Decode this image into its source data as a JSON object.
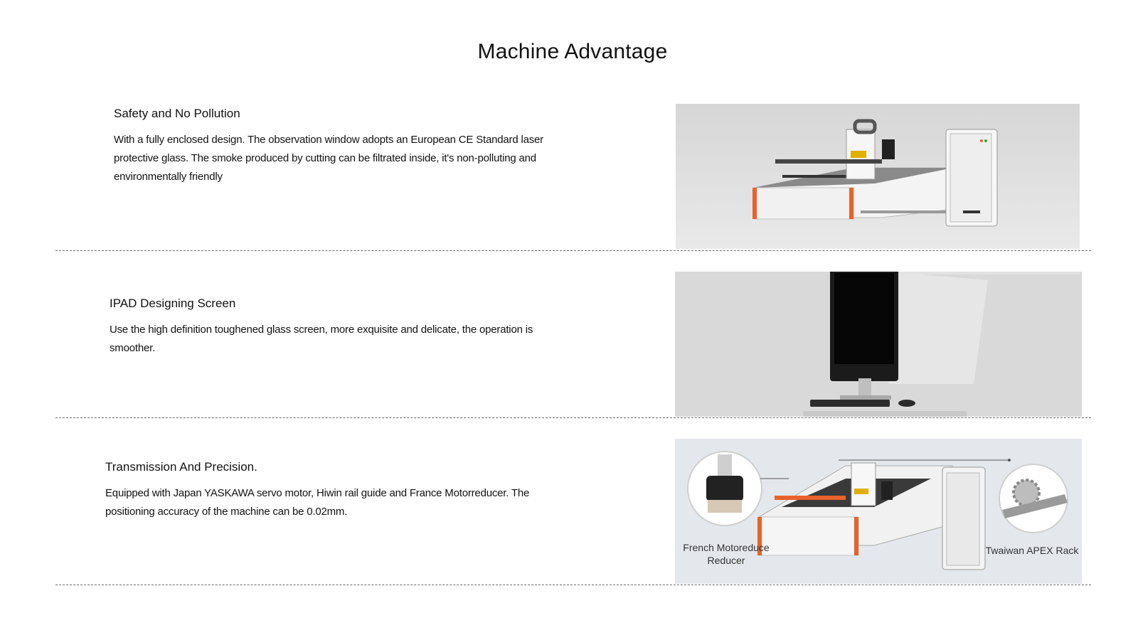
{
  "page": {
    "title": "Machine Advantage"
  },
  "sections": [
    {
      "heading": "Safety and No Pollution",
      "body": "With a fully enclosed design. The observation window adopts an European CE Standard laser protective glass. The smoke produced by cutting can be filtrated inside, it's non-polluting and environmentally friendly",
      "image": {
        "subject": "enclosed-laser-cutting-machine-with-control-cabinet"
      }
    },
    {
      "heading": "IPAD Designing Screen",
      "body": "Use the high definition toughened glass screen, more exquisite and delicate, the operation is smoother.",
      "image": {
        "subject": "touch-screen-control-console"
      }
    },
    {
      "heading": "Transmission And Precision.",
      "body": "Equipped with Japan YASKAWA servo motor, Hiwin rail guide and France Motorreducer. The positioning accuracy of the machine can be 0.02mm.",
      "image": {
        "subject": "laser-cutting-machine-with-component-callouts",
        "callout_left": "French Motoreduce Reducer",
        "callout_left_line1": "French Motoreduce",
        "callout_left_line2": "Reducer",
        "callout_right": "Twaiwan APEX Rack"
      }
    }
  ],
  "colors": {
    "accent_orange": "#e8622a",
    "panel_bg": "#dedede",
    "panel3_bg": "#e6e9ee"
  }
}
